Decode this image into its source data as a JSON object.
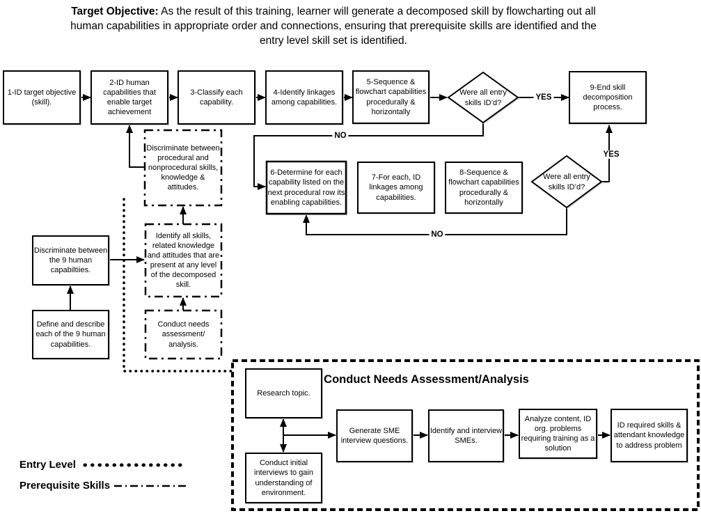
{
  "header": {
    "title_bold": "Target Objective:",
    "title_rest": "  As the result of this training, learner will generate a decomposed skill by flowcharting out all human capabilities in appropriate order and connections, ensuring that prerequisite skills are identified and the entry level skill set is identified."
  },
  "main_flow": {
    "step1": "1-ID target objective (skill).",
    "step2": "2-ID human capabilities that enable target achievement",
    "step3": "3-Classify each capability.",
    "step4": "4-Identify linkages among capabilities.",
    "step5": "5-Sequence & flowchart capabilities procedurally & horizontally",
    "decision1": "Were all entry skills ID’d?",
    "step9": "9-End skill decomposition process.",
    "step6": "6-Determine for each capability listed on the next procedural row its enabling capabilities.",
    "step7": "7-For each, ID linkages among capabilities.",
    "step8": "8-Sequence & flowchart capabilities procedurally & horizontally",
    "decision2": "Were all entry skills ID’d?"
  },
  "connector_labels": {
    "yes1": "YES",
    "no1": "NO",
    "yes2": "YES",
    "no2": "NO"
  },
  "prerequisite_flow": {
    "discriminate_procedural": "Discriminate between procedural and nonprocedural skills, knowledge & attitudes.",
    "identify_all_skills": "Identify all skills, related knowledge and attitudes that are present at any level of the decomposed skill.",
    "conduct_needs": "Conduct needs assessment/ analysis."
  },
  "capabilities_flow": {
    "discriminate_nine": "Discriminate between the 9 human capabiltiies.",
    "define_nine": "Define and describe each of the 9 human capabilities."
  },
  "needs_assessment": {
    "title": "Conduct Needs Assessment/Analysis",
    "research_topic": "Research topic.",
    "initial_interviews": "Conduct initial interviews to gain understanding of environment.",
    "generate_sme": "Generate SME interview questions.",
    "identify_sme": "Identify and interview SMEs.",
    "analyze_content": "Analyze content, ID org. problems requiring training as a solution",
    "id_required": "ID required skills & attendant knowledge to address problem"
  },
  "legend": {
    "entry_level": "Entry Level",
    "prerequisite_skills": "Prerequisite Skills"
  },
  "colors": {
    "line": "#000000",
    "background": "#ffffff",
    "text": "#000000"
  }
}
